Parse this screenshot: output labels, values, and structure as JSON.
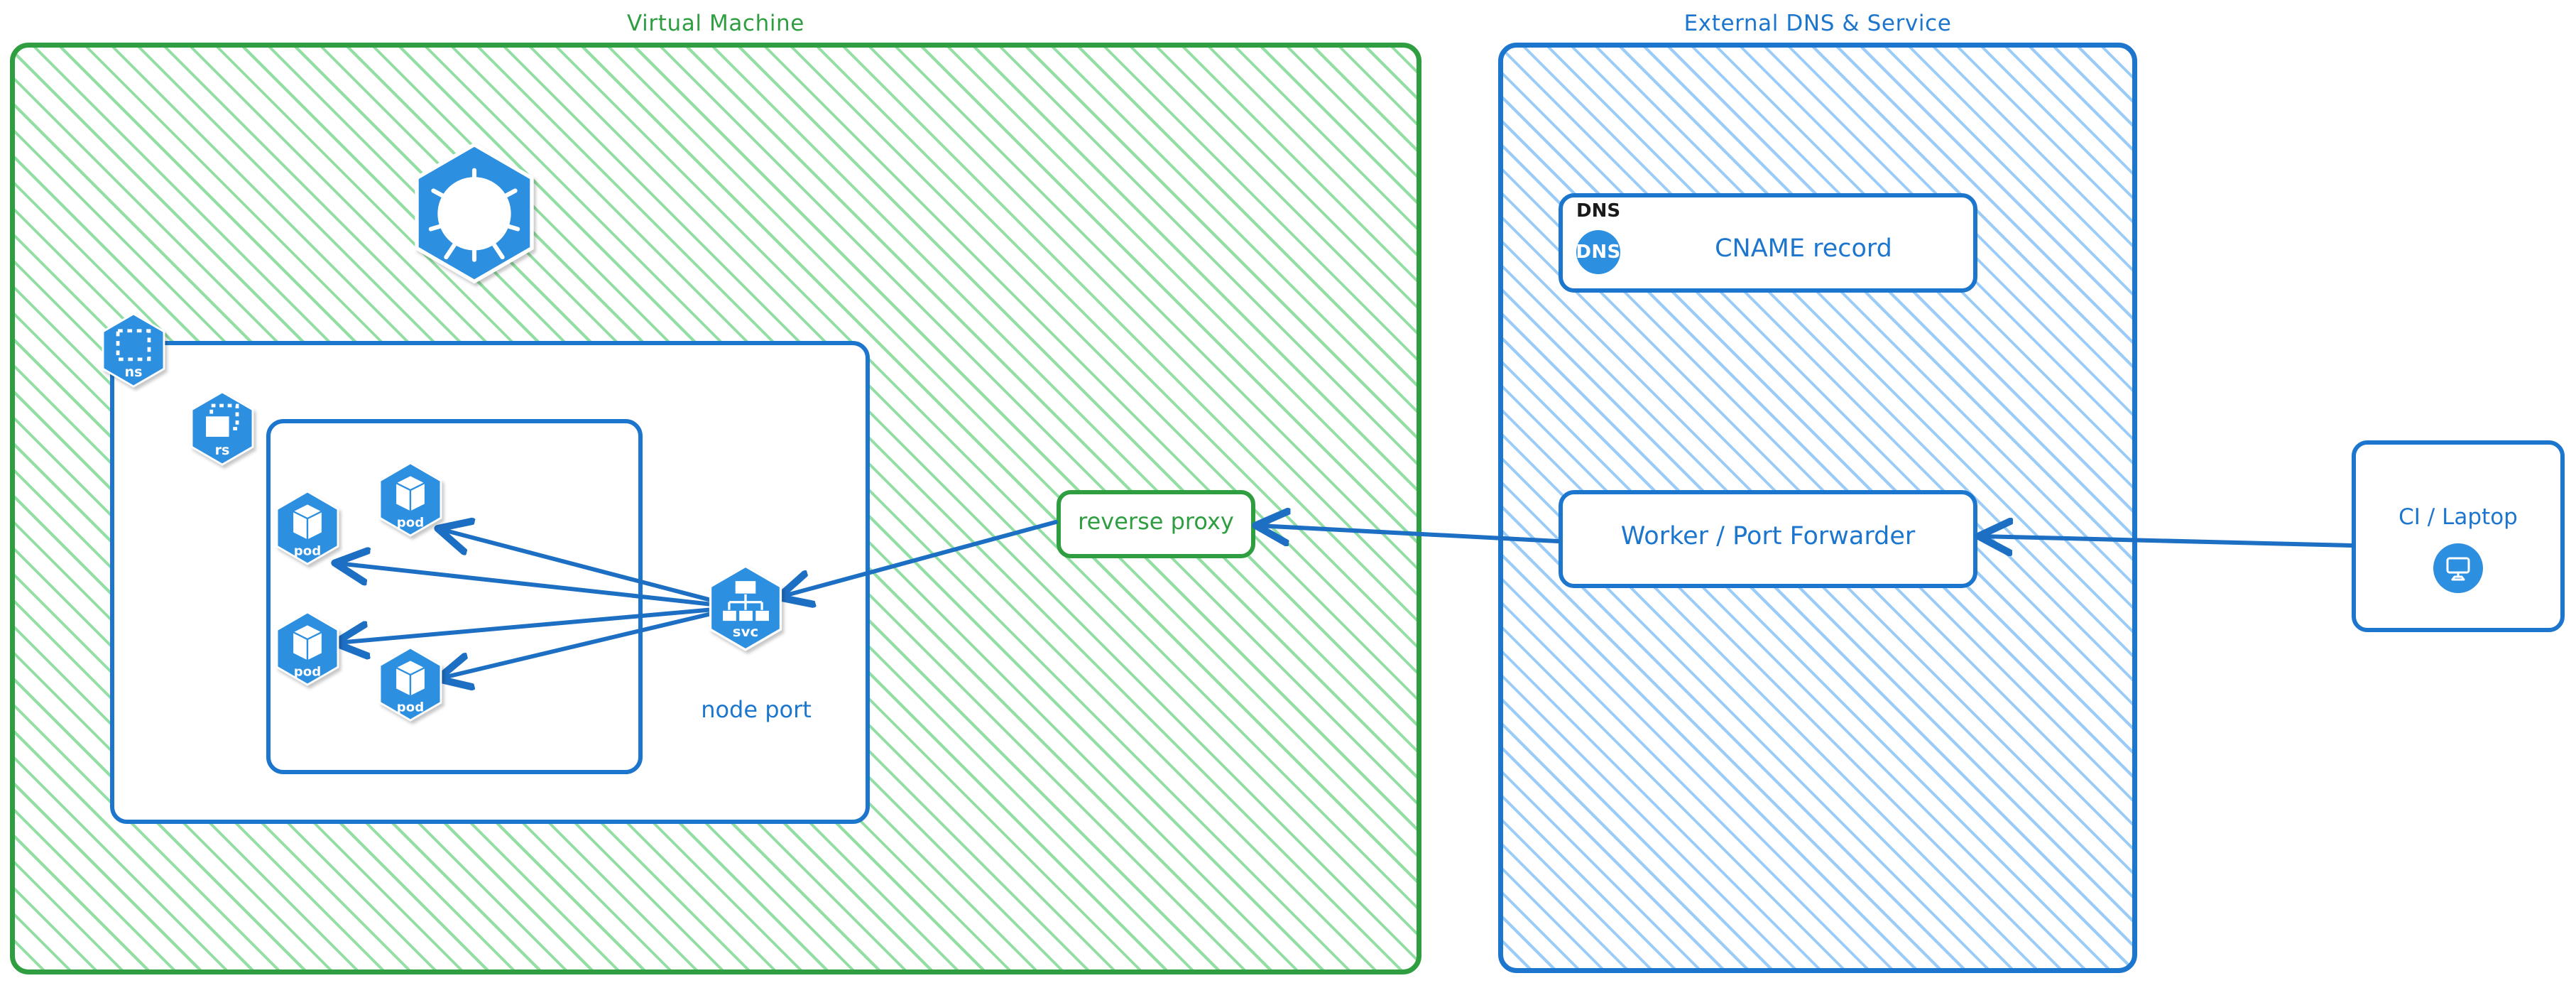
{
  "groups": {
    "vm": {
      "title": "Virtual Machine",
      "color": "#2f9e41"
    },
    "external": {
      "title": "External DNS & Service",
      "color": "#1d76cd"
    }
  },
  "vm": {
    "cluster_icon": "kubernetes-wheel-icon",
    "namespace_badge": {
      "label": "ns",
      "icon": "namespace-icon"
    },
    "replicaset_badge": {
      "label": "rs",
      "icon": "replicaset-icon"
    },
    "pods": [
      {
        "label": "pod",
        "icon": "pod-icon"
      },
      {
        "label": "pod",
        "icon": "pod-icon"
      },
      {
        "label": "pod",
        "icon": "pod-icon"
      },
      {
        "label": "pod",
        "icon": "pod-icon"
      }
    ],
    "service": {
      "label": "svc",
      "icon": "service-icon",
      "caption": "node port"
    },
    "reverse_proxy": {
      "label": "reverse proxy",
      "color": "#2f9e41"
    }
  },
  "external": {
    "dns_card": {
      "tag": "DNS",
      "badge": "DNS",
      "label": "CNAME record"
    },
    "worker_card": {
      "label": "Worker / Port Forwarder"
    }
  },
  "client": {
    "card": {
      "label": "CI / Laptop",
      "icon": "monitor-icon"
    }
  },
  "connections": [
    {
      "from": "service",
      "to": "pod-1"
    },
    {
      "from": "service",
      "to": "pod-2"
    },
    {
      "from": "service",
      "to": "pod-3"
    },
    {
      "from": "service",
      "to": "pod-4"
    },
    {
      "from": "reverse-proxy",
      "to": "service"
    },
    {
      "from": "worker",
      "to": "reverse-proxy"
    },
    {
      "from": "ci-laptop",
      "to": "worker"
    }
  ],
  "palette": {
    "green_border": "#2f9e41",
    "green_hatch": "#8cdc9e",
    "blue_border": "#1d76cd",
    "blue_hatch": "#96c9f8",
    "k8s_blue": "#2d8fe0",
    "wire_blue": "#1d6fc4",
    "white": "#ffffff",
    "black": "#1a1a1a"
  }
}
